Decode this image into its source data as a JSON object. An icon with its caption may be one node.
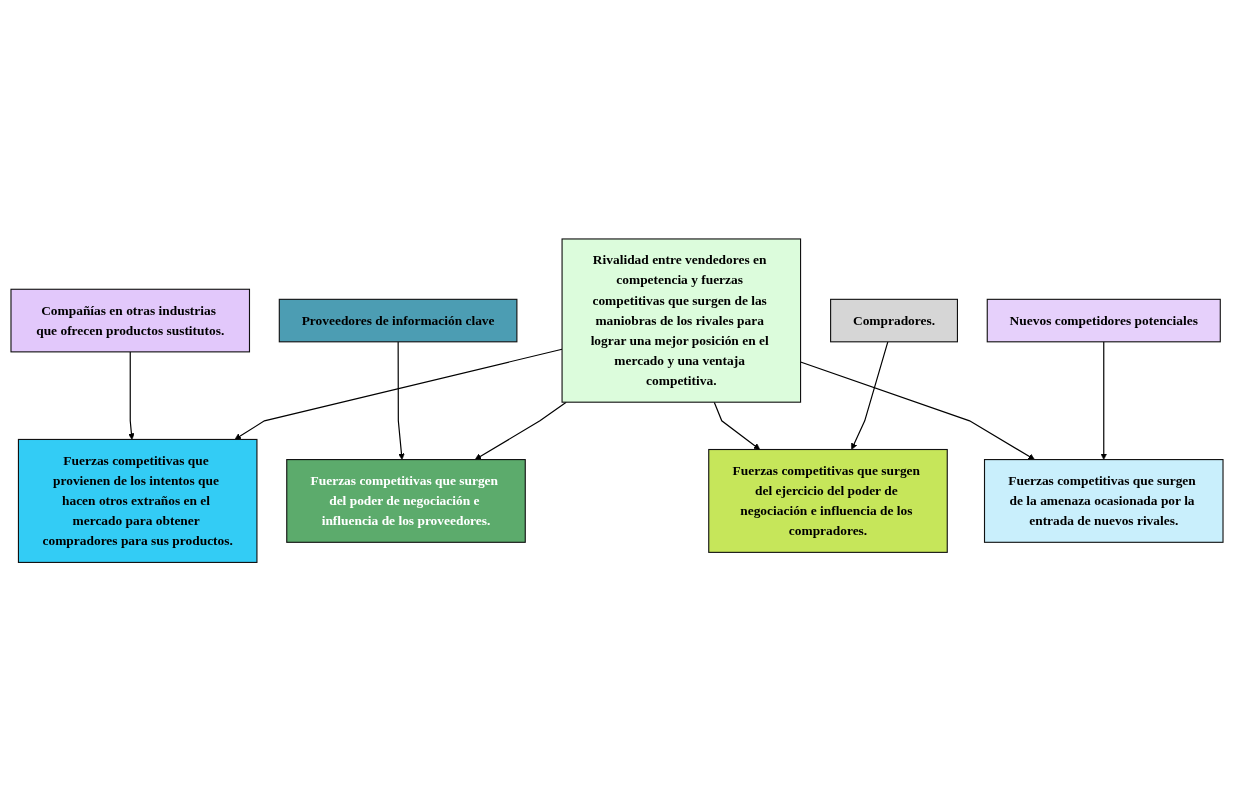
{
  "diagram": {
    "nodes": [
      {
        "text": [
          "Compañías en otras industrias que ofrecen productos sustitutos."
        ]
      },
      {
        "text": [
          "Fuerzas competitivas que provienen de los intentos que hacen otros extraños en el mercado para obtener compradores para sus productos."
        ]
      },
      {
        "text": [
          "Proveedores de información clave"
        ]
      },
      {
        "text": [
          "Fuerzas competitivas que surgen del poder de negociación e influencia de los proveedores."
        ]
      },
      {
        "text": [
          "Rivalidad entre vendedores en competencia y fuerzas competitivas que surgen de las maniobras de los rivales para lograr una mejor posición en el mercado y una ventaja competitiva."
        ]
      },
      {
        "text": [
          "Fuerzas competitivas que surgen del ejercicio del poder de negociación e influencia de los compradores."
        ]
      },
      {
        "text": [
          "Compradores."
        ]
      },
      {
        "text": [
          "Fuerzas competitivas que surgen de la amenaza ocasionada por la entrada de nuevos rivales."
        ]
      },
      {
        "text": [
          "Nuevos competidores potenciales"
        ]
      }
    ],
    "edges": [
      {
        "from": 0,
        "to": 1,
        "arrow": "to"
      },
      {
        "from": 4,
        "to": 1,
        "arrow": "to"
      },
      {
        "from": 2,
        "to": 3,
        "arrow": "to"
      },
      {
        "from": 4,
        "to": 3,
        "arrow": "to"
      },
      {
        "from": 4,
        "to": 5,
        "arrow": "to"
      },
      {
        "from": 6,
        "to": 5,
        "arrow": "to"
      },
      {
        "from": 4,
        "to": 7,
        "arrow": "to"
      },
      {
        "from": 8,
        "to": 7,
        "arrow": "to"
      }
    ]
  }
}
